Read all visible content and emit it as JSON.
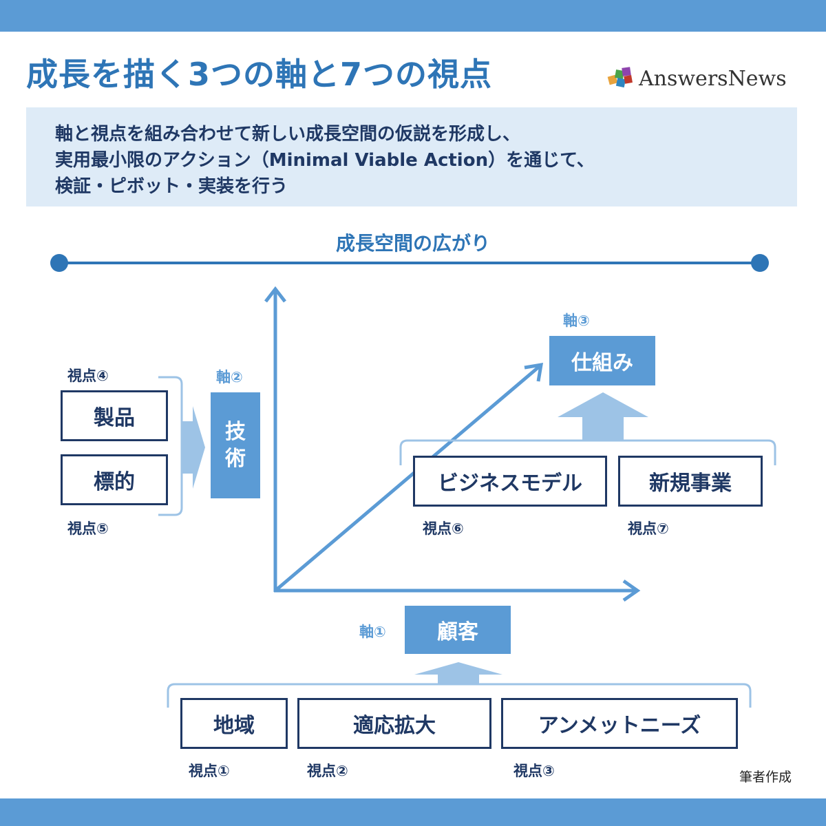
{
  "title": "成長を描く3つの軸と7つの視点",
  "logo": {
    "text": "AnswersNews",
    "icon": "puzzle-pieces-icon"
  },
  "subtitle_lines": [
    "軸と視点を組み合わせて新しい成長空間の仮説を形成し、",
    "実用最小限のアクション（Minimal Viable Action）を通じて、",
    "検証・ピボット・実装を行う"
  ],
  "growth_space_label": "成長空間の広がり",
  "axes": {
    "axis1": {
      "label": "軸①",
      "name": "顧客"
    },
    "axis2": {
      "label": "軸②",
      "name": "技術",
      "chars": [
        "技",
        "術"
      ]
    },
    "axis3": {
      "label": "軸③",
      "name": "仕組み"
    }
  },
  "viewpoints": {
    "v1": {
      "label": "視点①",
      "name": "地域"
    },
    "v2": {
      "label": "視点②",
      "name": "適応拡大"
    },
    "v3": {
      "label": "視点③",
      "name": "アンメットニーズ"
    },
    "v4": {
      "label": "視点④",
      "name": "製品"
    },
    "v5": {
      "label": "視点⑤",
      "name": "標的"
    },
    "v6": {
      "label": "視点⑥",
      "name": "ビジネスモデル"
    },
    "v7": {
      "label": "視点⑦",
      "name": "新規事業"
    }
  },
  "credit": "筆者作成",
  "colors": {
    "accent": "#5b9bd5",
    "dark": "#1f3864",
    "light": "#9dc3e6",
    "panel": "#deebf7",
    "title": "#2e75b6"
  }
}
